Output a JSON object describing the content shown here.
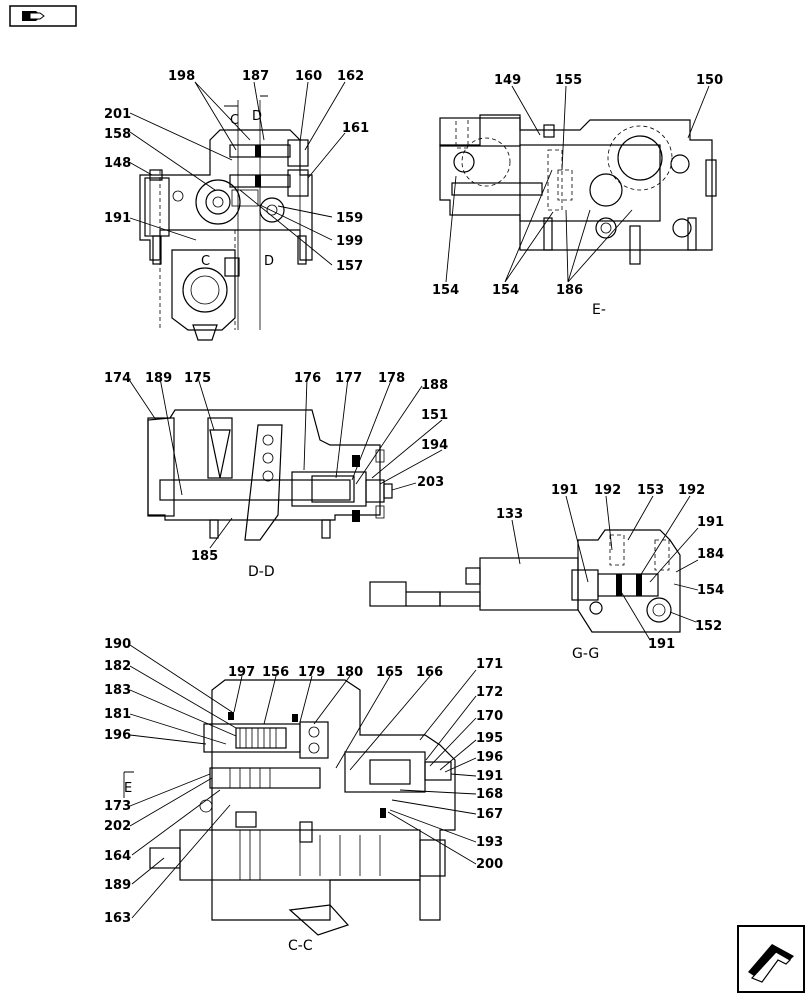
{
  "nav": {
    "top_left_icon": "book-arrow-icon",
    "bottom_right_icon": "next-page-arrow-icon"
  },
  "views": {
    "top_left": {
      "section_letters": [
        "C",
        "D",
        "C",
        "D"
      ]
    },
    "E": {
      "label": "E-"
    },
    "DD": {
      "label": "D-D"
    },
    "GG": {
      "label": "G-G"
    },
    "CC": {
      "label": "C-C",
      "marker": "E"
    }
  },
  "callouts": {
    "tl": [
      "198",
      "187",
      "160",
      "162",
      "201",
      "158",
      "148",
      "161",
      "191",
      "159",
      "199",
      "157"
    ],
    "e": [
      "149",
      "155",
      "150",
      "154",
      "154",
      "186"
    ],
    "dd": [
      "174",
      "189",
      "175",
      "176",
      "177",
      "178",
      "188",
      "151",
      "194",
      "203",
      "185"
    ],
    "gg": [
      "191",
      "192",
      "153",
      "192",
      "133",
      "191",
      "184",
      "154",
      "152",
      "191"
    ],
    "cc": [
      "190",
      "197",
      "156",
      "179",
      "180",
      "165",
      "166",
      "171",
      "182",
      "172",
      "183",
      "170",
      "181",
      "196",
      "195",
      "196",
      "191",
      "173",
      "168",
      "202",
      "167",
      "193",
      "164",
      "200",
      "189",
      "163"
    ]
  }
}
